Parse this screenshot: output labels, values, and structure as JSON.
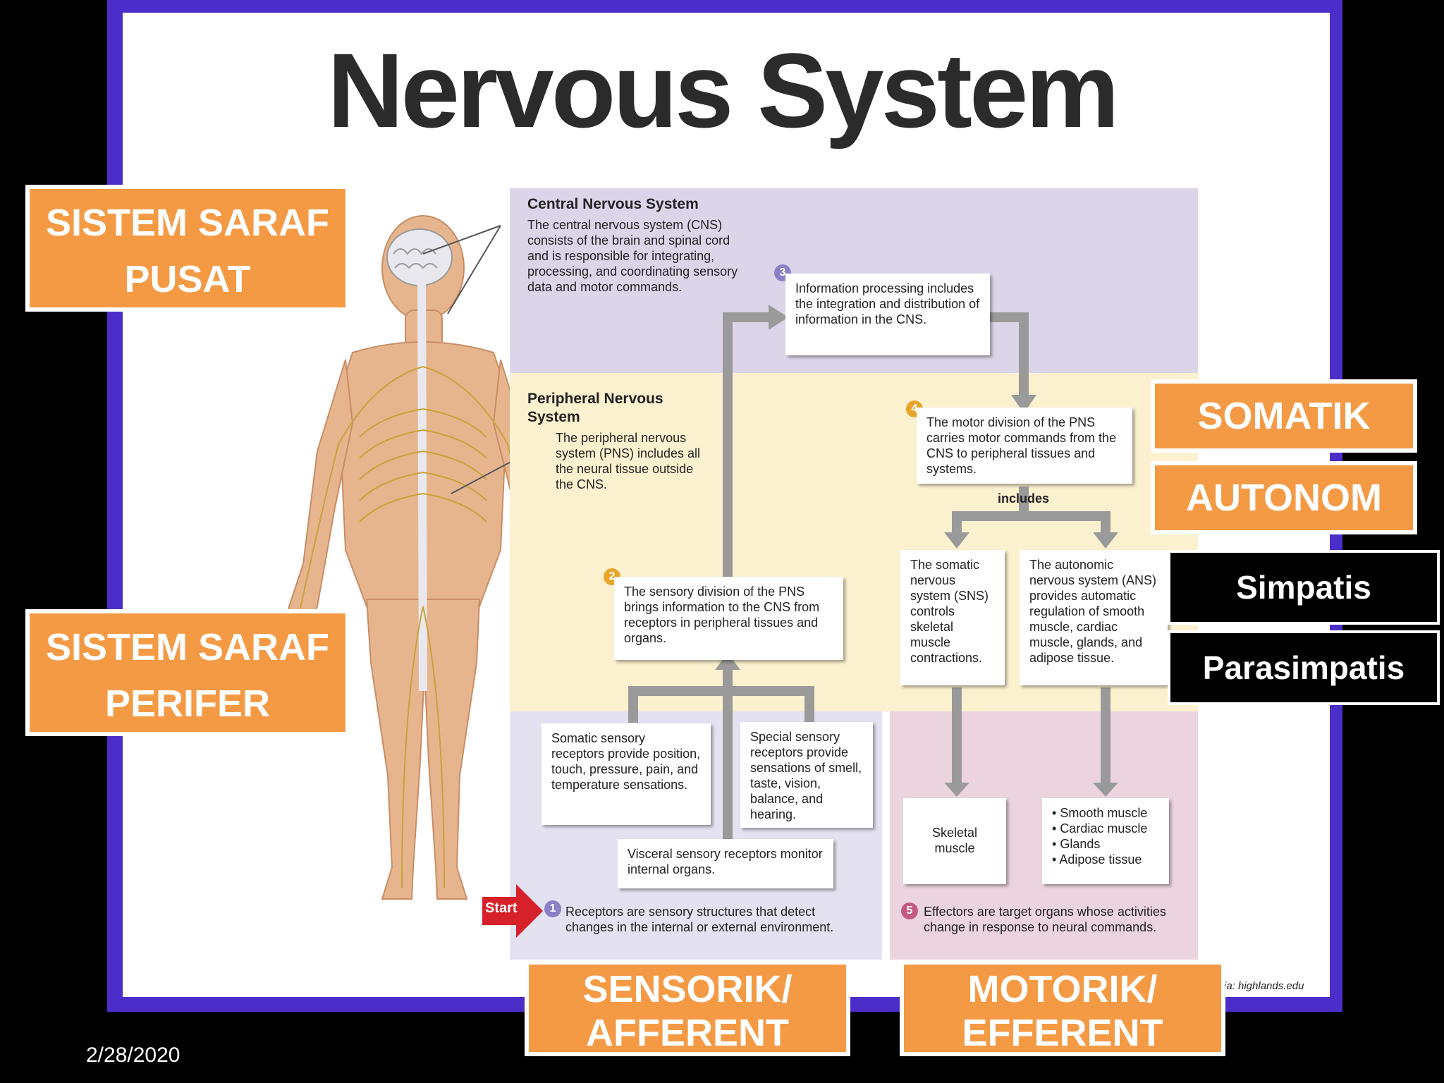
{
  "title": "Nervous System",
  "date": "2/28/2020",
  "source": "ia: highlands.edu",
  "labels": {
    "cns_id": "SISTEM SARAF PUSAT",
    "pns_id": "SISTEM SARAF PERIFER",
    "somatik": "SOMATIK",
    "autonom": "AUTONOM",
    "simpatis": "Simpatis",
    "parasimpatis": "Parasimpatis",
    "sensorik": "SENSORIK/ AFFERENT",
    "motorik": "MOTORIK/ EFFERENT"
  },
  "diagram": {
    "cns_heading": "Central Nervous System",
    "cns_text": "The central nervous system (CNS) consists of the brain and spinal cord and is responsible for integrating, processing, and coordinating sensory data and motor commands.",
    "pns_heading": "Peripheral Nervous System",
    "pns_text": "The peripheral nervous system (PNS) includes all the neural tissue outside the CNS.",
    "step3_num": "3",
    "step3": "Information processing includes the integration and distribution of information in the CNS.",
    "step4_num": "4",
    "step4": "The motor division of the PNS carries motor commands from the CNS to peripheral tissues and systems.",
    "includes": "includes",
    "somatic": "The somatic nervous system (SNS) controls skeletal muscle contractions.",
    "autonomic": "The autonomic nervous system (ANS) provides automatic regulation of smooth muscle, cardiac muscle, glands, and adipose tissue.",
    "step2_num": "2",
    "step2": "The sensory division of the PNS brings information to the CNS from receptors in peripheral tissues and organs.",
    "somatic_receptors": "Somatic sensory receptors provide position, touch, pressure, pain, and temperature sensations.",
    "special_receptors": "Special sensory receptors provide sensations of smell, taste, vision, balance, and hearing.",
    "visceral_receptors": "Visceral sensory receptors monitor internal organs.",
    "start": "Start",
    "step1_num": "1",
    "step1": "Receptors are sensory structures that detect changes in the internal or external environment.",
    "skeletal": "Skeletal muscle",
    "effector_list": [
      "Smooth muscle",
      "Cardiac muscle",
      "Glands",
      "Adipose tissue"
    ],
    "step5_num": "5",
    "step5": "Effectors are target organs whose activities change in response to neural commands."
  },
  "colors": {
    "frame": "#4b2ec9",
    "orange": "#f49a45",
    "arrow": "#9a9a9a",
    "num_purple": "#8b7fc6",
    "num_gold": "#e8a52a",
    "num_rose": "#c25a82",
    "start_red": "#d6202a"
  }
}
